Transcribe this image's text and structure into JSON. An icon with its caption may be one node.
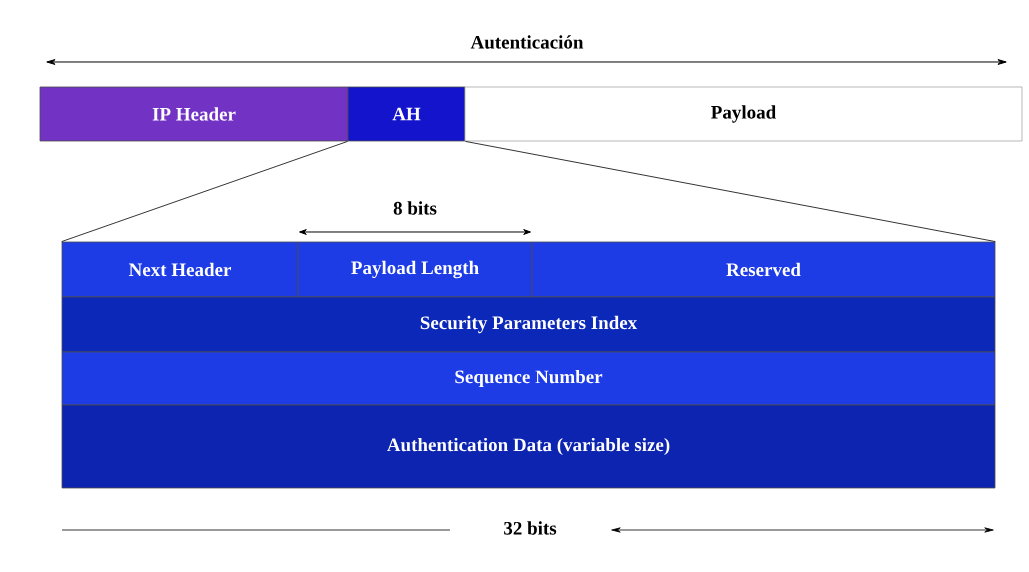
{
  "diagram": {
    "nodes": [
      {
        "text": [
          "IP Header"
        ]
      },
      {
        "text": [
          "AH"
        ]
      },
      {
        "text": [
          "Payload"
        ]
      },
      {
        "text": [
          "Next Header"
        ]
      },
      {
        "text": [
          "Payload Length"
        ]
      },
      {
        "text": [
          "Reserved"
        ]
      },
      {
        "text": [
          "Security Parameters Index"
        ]
      },
      {
        "text": [
          "Sequence Number"
        ]
      },
      {
        "text": [
          "Authentication Data (variable size)"
        ]
      }
    ],
    "edges": [
      {
        "from": 1,
        "to": 3,
        "arrow": "none"
      },
      {
        "from": 1,
        "to": 5,
        "arrow": "none"
      }
    ],
    "labels": [
      "Autenticación",
      "8 bits",
      "32 bits"
    ]
  }
}
